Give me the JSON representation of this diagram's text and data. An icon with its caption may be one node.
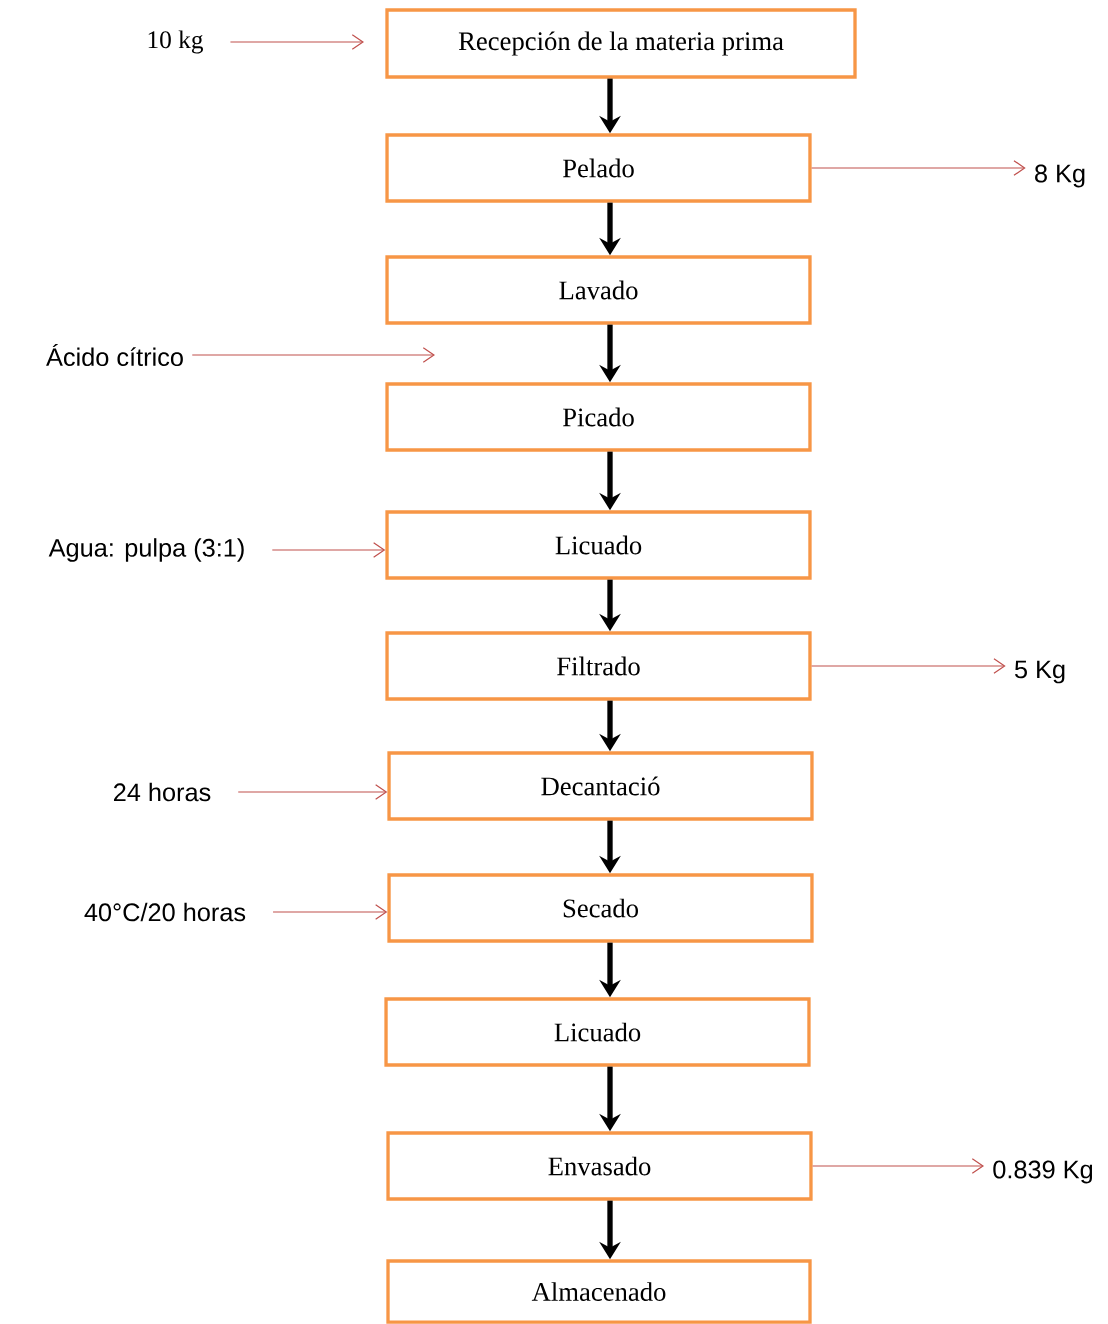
{
  "diagram": {
    "nodes": [
      {
        "text": [
          "Recepción de la materia prima"
        ]
      },
      {
        "text": [
          "Pelado"
        ]
      },
      {
        "text": [
          "Lavado"
        ]
      },
      {
        "text": [
          "Picado"
        ]
      },
      {
        "text": [
          "Licuado"
        ]
      },
      {
        "text": [
          "Filtrado"
        ]
      },
      {
        "text": [
          "Decantació"
        ]
      },
      {
        "text": [
          "Secado"
        ]
      },
      {
        "text": [
          "Licuado"
        ]
      },
      {
        "text": [
          "Envasado"
        ]
      },
      {
        "text": [
          "Almacenado"
        ]
      },
      {
        "text": [
          "10 kg"
        ]
      },
      {
        "text": [
          "8 Kg"
        ]
      },
      {
        "text": [
          "Ácido cítrico"
        ]
      },
      {
        "text": [
          "Agua: pulpa (3:1)"
        ]
      },
      {
        "text": [
          "5 Kg"
        ]
      },
      {
        "text": [
          "24 horas"
        ]
      },
      {
        "text": [
          "40°C/20 horas"
        ]
      },
      {
        "text": [
          "0.839 Kg"
        ]
      }
    ],
    "edges": [
      {
        "from": 0,
        "to": 1,
        "arrow": "to"
      },
      {
        "from": 1,
        "to": 2,
        "arrow": "to"
      },
      {
        "from": 2,
        "to": 3,
        "arrow": "to"
      },
      {
        "from": 3,
        "to": 4,
        "arrow": "to"
      },
      {
        "from": 4,
        "to": 5,
        "arrow": "to"
      },
      {
        "from": 5,
        "to": 6,
        "arrow": "to"
      },
      {
        "from": 6,
        "to": 7,
        "arrow": "to"
      },
      {
        "from": 7,
        "to": 8,
        "arrow": "to"
      },
      {
        "from": 8,
        "to": 9,
        "arrow": "to"
      },
      {
        "from": 9,
        "to": 10,
        "arrow": "to"
      },
      {
        "from": 11,
        "to": 0,
        "arrow": "to",
        "color": "#c0504d"
      },
      {
        "from": 1,
        "to": 12,
        "arrow": "to",
        "color": "#c0504d"
      },
      {
        "from": 13,
        "to": null,
        "arrow": "to",
        "color": "#c0504d"
      },
      {
        "from": 14,
        "to": 4,
        "arrow": "to",
        "color": "#c0504d"
      },
      {
        "from": 5,
        "to": 15,
        "arrow": "to",
        "color": "#c0504d"
      },
      {
        "from": 16,
        "to": 6,
        "arrow": "to",
        "color": "#c0504d"
      },
      {
        "from": 17,
        "to": 7,
        "arrow": "to",
        "color": "#c0504d"
      },
      {
        "from": 9,
        "to": 18,
        "arrow": "to",
        "color": "#c0504d"
      }
    ]
  }
}
